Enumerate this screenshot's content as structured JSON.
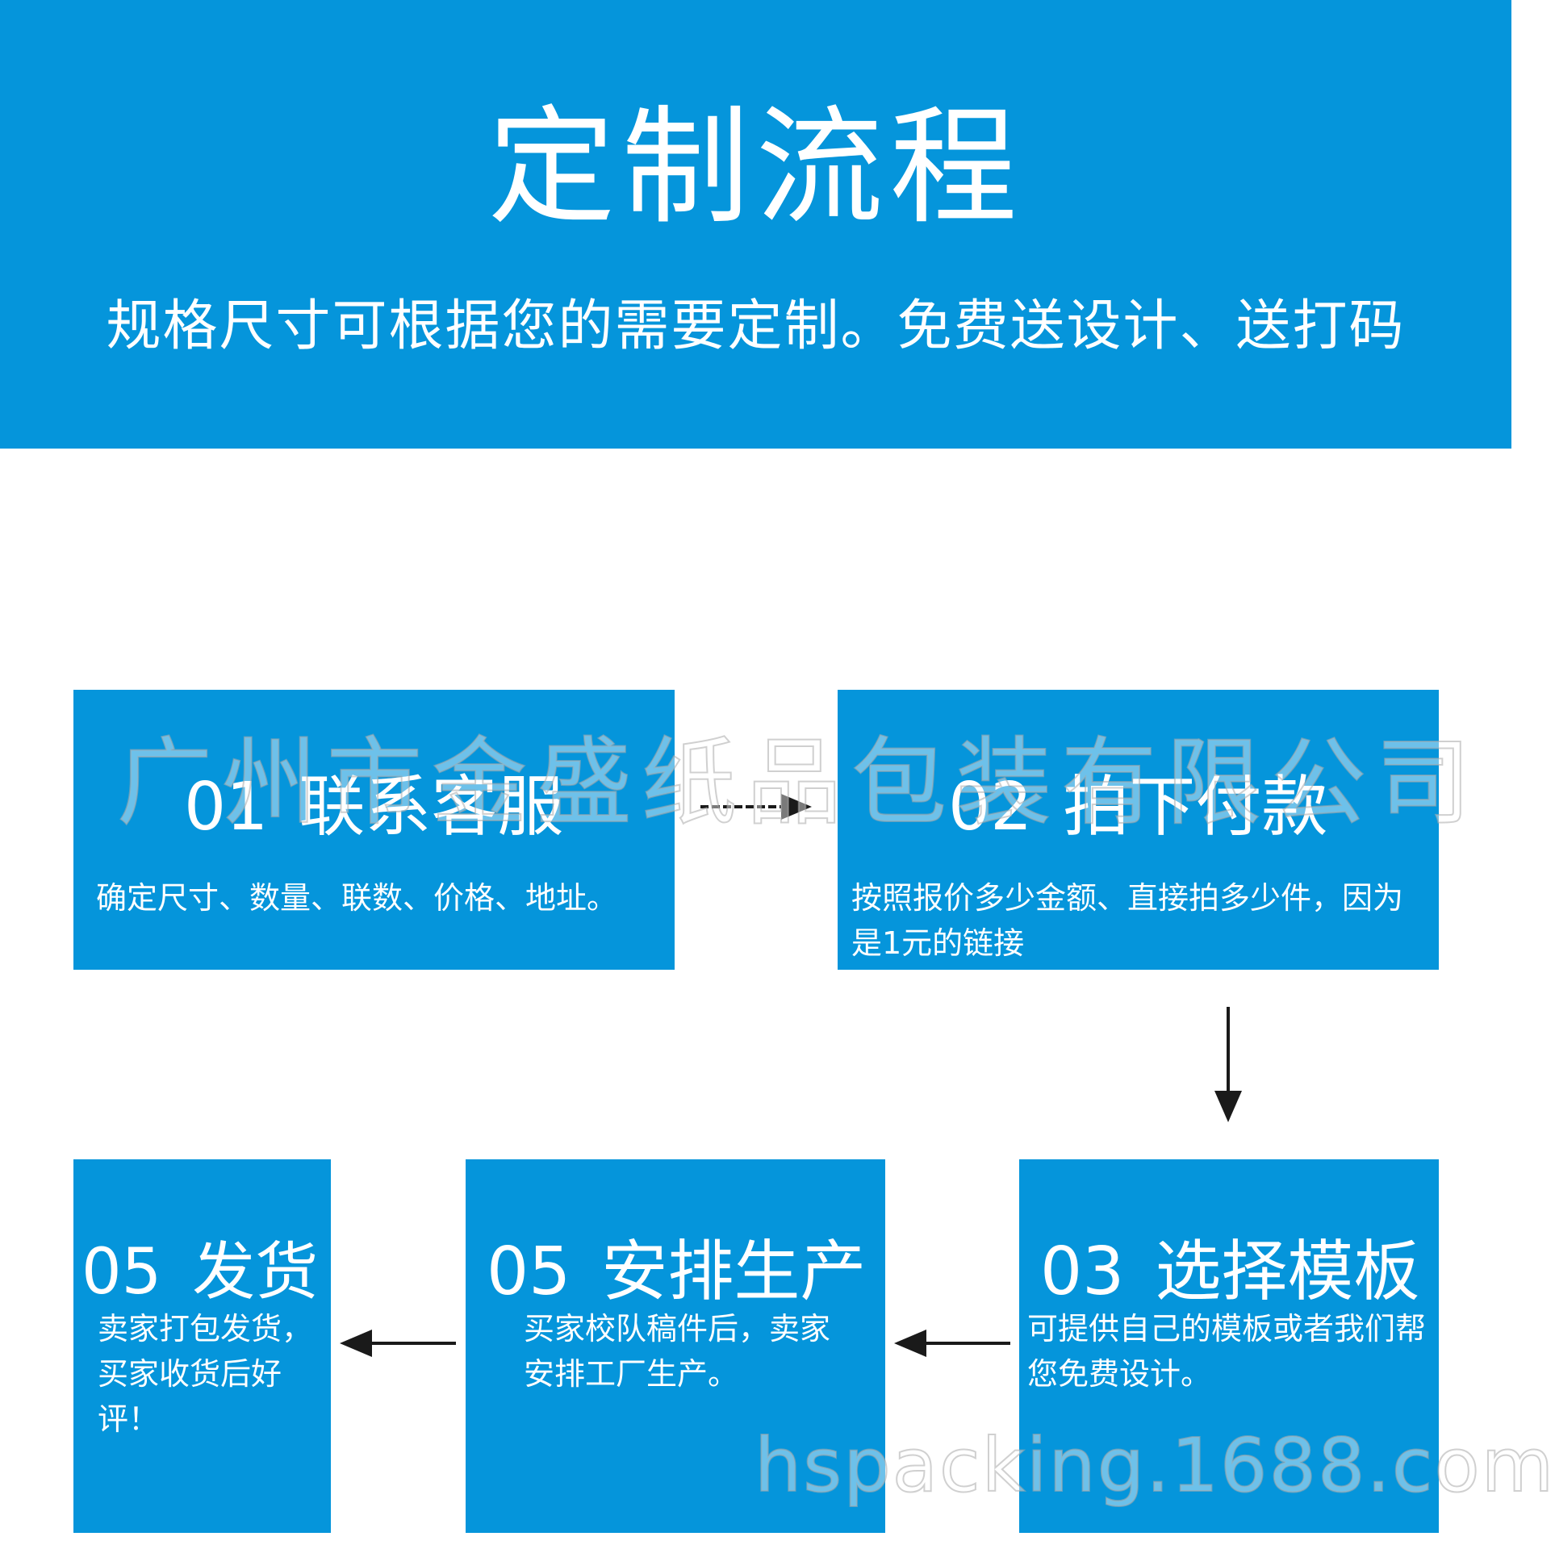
{
  "header": {
    "title": "定制流程",
    "subtitle": "规格尺寸可根据您的需要定制。免费送设计、送打码"
  },
  "steps": [
    {
      "number": "01",
      "title": "联系客服",
      "desc": "确定尺寸、数量、联数、价格、地址。"
    },
    {
      "number": "02",
      "title": "拍下付款",
      "desc": "按照报价多少金额、直接拍多少件，因为是1元的链接"
    },
    {
      "number": "03",
      "title": "选择模板",
      "desc": "可提供自己的模板或者我们帮您免费设计。"
    },
    {
      "number": "05",
      "title": "安排生产",
      "desc": "买家校队稿件后，卖家安排工厂生产。"
    },
    {
      "number": "05",
      "title": "发货",
      "desc": "卖家打包发货，买家收货后好评！"
    }
  ],
  "watermarks": {
    "company": "广州市金盛纸品包装有限公司",
    "url": "hspacking.1688.com"
  },
  "colors": {
    "primary_blue": "#0595db",
    "text": "#ffffff",
    "arrow": "#1a1a1a"
  }
}
